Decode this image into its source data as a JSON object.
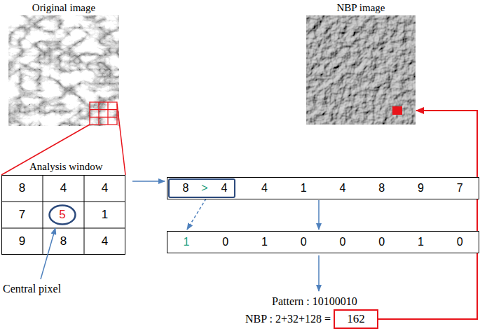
{
  "diagram": {
    "nodes": [
      {
        "text": [
          "Original image"
        ]
      },
      {
        "text": [
          "NBP image"
        ]
      },
      {
        "text": [
          "Analysis window",
          "8",
          "4",
          "4",
          "7",
          "1",
          "9",
          "8",
          "4"
        ]
      },
      {
        "text": [
          "5"
        ],
        "in": 2
      },
      {
        "text": [
          "4",
          "1",
          "4",
          "8",
          "9",
          "7"
        ]
      },
      {
        "text": [
          "8",
          ">",
          "4"
        ],
        "in": 4
      },
      {
        "text": [
          "1",
          "0",
          "1",
          "0",
          "0",
          "0",
          "1",
          "0"
        ]
      },
      {
        "text": [
          "162"
        ]
      }
    ],
    "edges": [
      {
        "from": 0,
        "to": 2,
        "arrow": "none"
      },
      {
        "from": 2,
        "to": 4,
        "arrow": "to"
      },
      {
        "from": 5,
        "to": 6,
        "arrow": "to"
      },
      {
        "from": 4,
        "to": 6,
        "arrow": "to"
      },
      {
        "from": 7,
        "to": 1,
        "arrow": "to"
      }
    ],
    "labels": [
      "Central pixel",
      "Pattern : 10100010",
      "NBP : 2+32+128 ="
    ]
  }
}
